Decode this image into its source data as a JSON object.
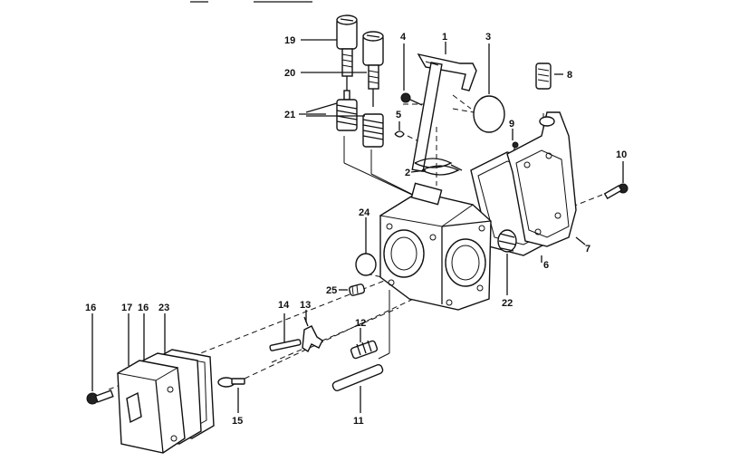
{
  "labels": {
    "p1": "1",
    "p2": "2",
    "p3": "3",
    "p4": "4",
    "p5": "5",
    "p6": "6",
    "p7": "7",
    "p8": "8",
    "p9": "9",
    "p10": "10",
    "p11": "11",
    "p12": "12",
    "p13": "13",
    "p14": "14",
    "p15": "15",
    "p16a": "16",
    "p16b": "16",
    "p17": "17",
    "p19": "19",
    "p20": "20",
    "p21": "21",
    "p22": "22",
    "p23": "23",
    "p24": "24",
    "p25": "25"
  }
}
